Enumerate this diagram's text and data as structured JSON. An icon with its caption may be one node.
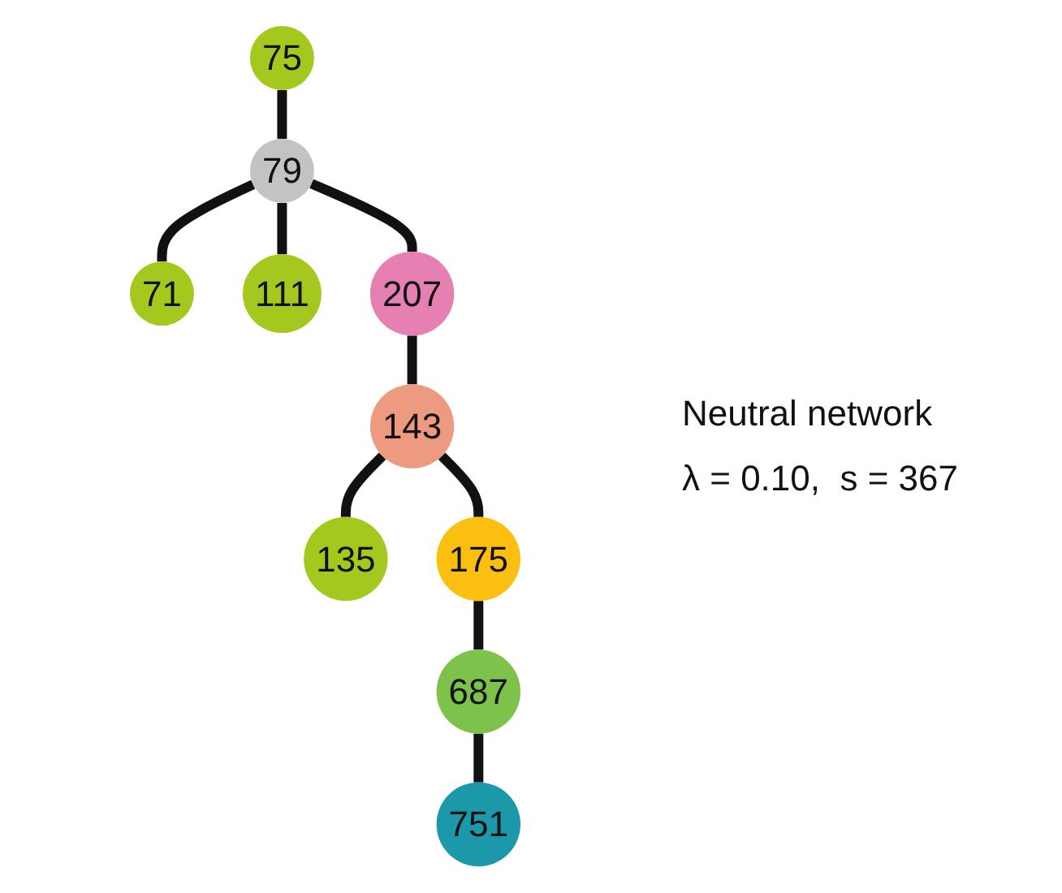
{
  "diagram": {
    "nodes": [
      {
        "text": [
          "75"
        ]
      },
      {
        "text": [
          "71"
        ]
      },
      {
        "text": [
          "79"
        ]
      },
      {
        "text": [
          "111"
        ]
      },
      {
        "text": [
          "207"
        ]
      },
      {
        "text": [
          "143"
        ]
      },
      {
        "text": [
          "135"
        ]
      },
      {
        "text": [
          "175"
        ]
      },
      {
        "text": [
          "687"
        ]
      },
      {
        "text": [
          "751"
        ]
      }
    ],
    "edges": [
      {
        "from": 0,
        "to": 2,
        "arrow": "none"
      },
      {
        "from": 2,
        "to": 1,
        "arrow": "none"
      },
      {
        "from": 2,
        "to": 3,
        "arrow": "none"
      },
      {
        "from": 2,
        "to": 4,
        "arrow": "none"
      },
      {
        "from": 4,
        "to": 5,
        "arrow": "none"
      },
      {
        "from": 5,
        "to": 6,
        "arrow": "none"
      },
      {
        "from": 5,
        "to": 7,
        "arrow": "none"
      },
      {
        "from": 7,
        "to": 8,
        "arrow": "none"
      },
      {
        "from": 8,
        "to": 9,
        "arrow": "none"
      }
    ],
    "labels": [
      "Neutral network",
      "λ = 0.10,  s = 367"
    ]
  }
}
